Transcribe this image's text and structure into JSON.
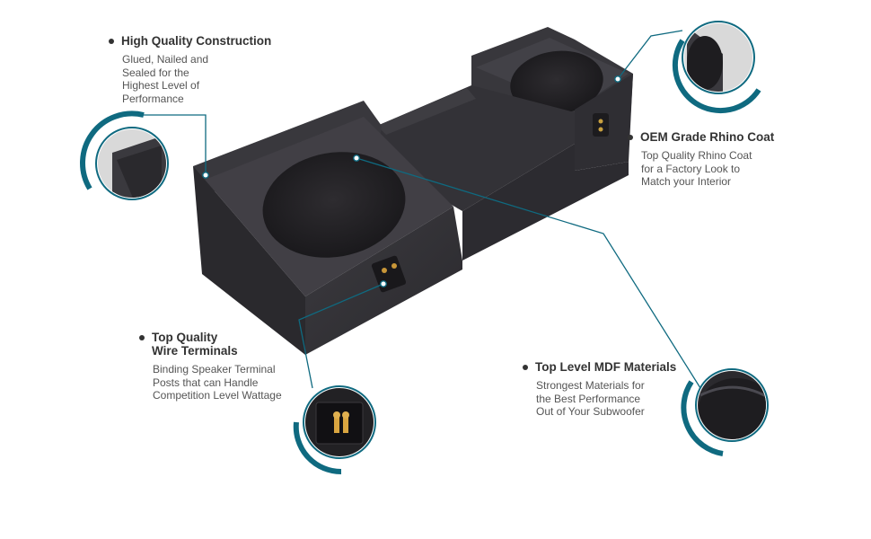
{
  "colors": {
    "accent": "#0f6a80",
    "box_dark": "#2b2a2e",
    "box_mid": "#3a393e",
    "box_light": "#4a4950",
    "inset_grey": "#d9d9d9"
  },
  "features": [
    {
      "title": "High Quality Construction",
      "desc": "Glued, Nailed and\nSealed for the\nHighest Level of\nPerformance"
    },
    {
      "title": "OEM Grade Rhino Coat",
      "desc": "Top Quality Rhino Coat\nfor a Factory Look to\nMatch your Interior"
    },
    {
      "title": "Top Quality\nWire Terminals",
      "desc": "Binding Speaker Terminal\nPosts that can Handle\nCompetition Level Wattage"
    },
    {
      "title": "Top Level MDF Materials",
      "desc": "Strongest Materials for\nthe Best Performance\nOut of  Your Subwoofer"
    }
  ]
}
